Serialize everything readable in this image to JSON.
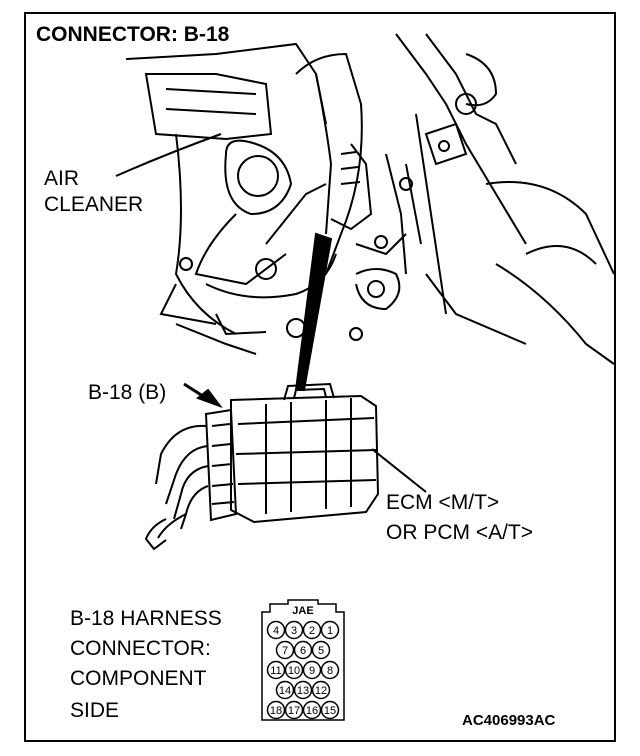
{
  "title": "CONNECTOR: B-18",
  "labels": {
    "air_cleaner_line1": "AIR",
    "air_cleaner_line2": "CLEANER",
    "connector_callout": "B-18 (B)",
    "ecm_line1": "ECM <M/T>",
    "ecm_line2": "OR PCM <A/T>"
  },
  "harness": {
    "line1": "B-18 HARNESS",
    "line2": "CONNECTOR:",
    "line3": "COMPONENT",
    "line4": "SIDE",
    "standard_tag": "JAE",
    "pin_rows": [
      [
        "4",
        "3",
        "2",
        "1"
      ],
      [
        "7",
        "6",
        "5"
      ],
      [
        "11",
        "10",
        "9",
        "8"
      ],
      [
        "14",
        "13",
        "12"
      ],
      [
        "18",
        "17",
        "16",
        "15"
      ]
    ]
  },
  "figure_id": "AC406993AC"
}
